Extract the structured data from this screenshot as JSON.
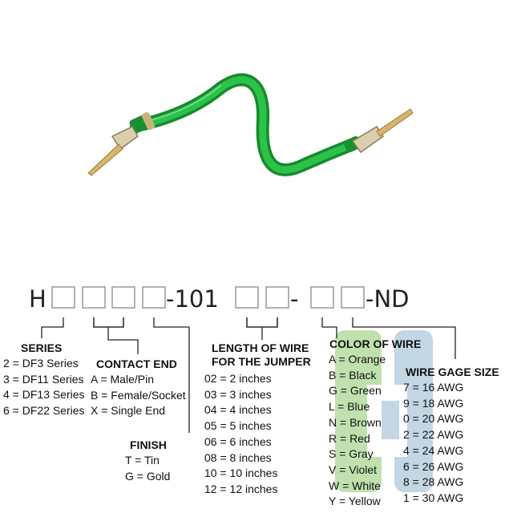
{
  "part_number": {
    "prefix": "H",
    "mid": "-101",
    "dash": "-",
    "suffix": "-ND"
  },
  "series": {
    "heading": "SERIES",
    "items": [
      "2 = DF3 Series",
      "3 = DF11 Series",
      "4 = DF13 Series",
      "6 = DF22 Series"
    ]
  },
  "contact_end": {
    "heading": "CONTACT END",
    "items": [
      "A = Male/Pin",
      "B = Female/Socket",
      "X = Single End"
    ]
  },
  "finish": {
    "heading": "FINISH",
    "items": [
      "T = Tin",
      "G = Gold"
    ]
  },
  "length": {
    "heading_line1": "LENGTH OF WIRE",
    "heading_line2": "FOR THE JUMPER",
    "items": [
      "02 = 2 inches",
      "03 = 3 inches",
      "04 = 4 inches",
      "05 = 5 inches",
      "06 = 6 inches",
      "08 = 8 inches",
      "10 = 10 inches",
      "12 = 12 inches"
    ]
  },
  "color": {
    "heading": "COLOR OF WIRE",
    "items": [
      "A = Orange",
      "B = Black",
      "G = Green",
      "L = Blue",
      "N = Brown",
      "R = Red",
      "S = Gray",
      "V = Violet",
      "W = White",
      "Y = Yellow"
    ]
  },
  "gage": {
    "heading": "WIRE GAGE SIZE",
    "items": [
      "7 = 16 AWG",
      "9 = 18 AWG",
      "0 = 20 AWG",
      "2 = 22 AWG",
      "4 = 24 AWG",
      "6 = 26 AWG",
      "8 = 28 AWG",
      "1 = 30 AWG"
    ]
  },
  "colors": {
    "wire": "#1fa83a",
    "watermark_green": "#b6dca0",
    "watermark_blue": "#b8cfe0",
    "box_stroke": "#999999",
    "line_stroke": "#222222"
  }
}
